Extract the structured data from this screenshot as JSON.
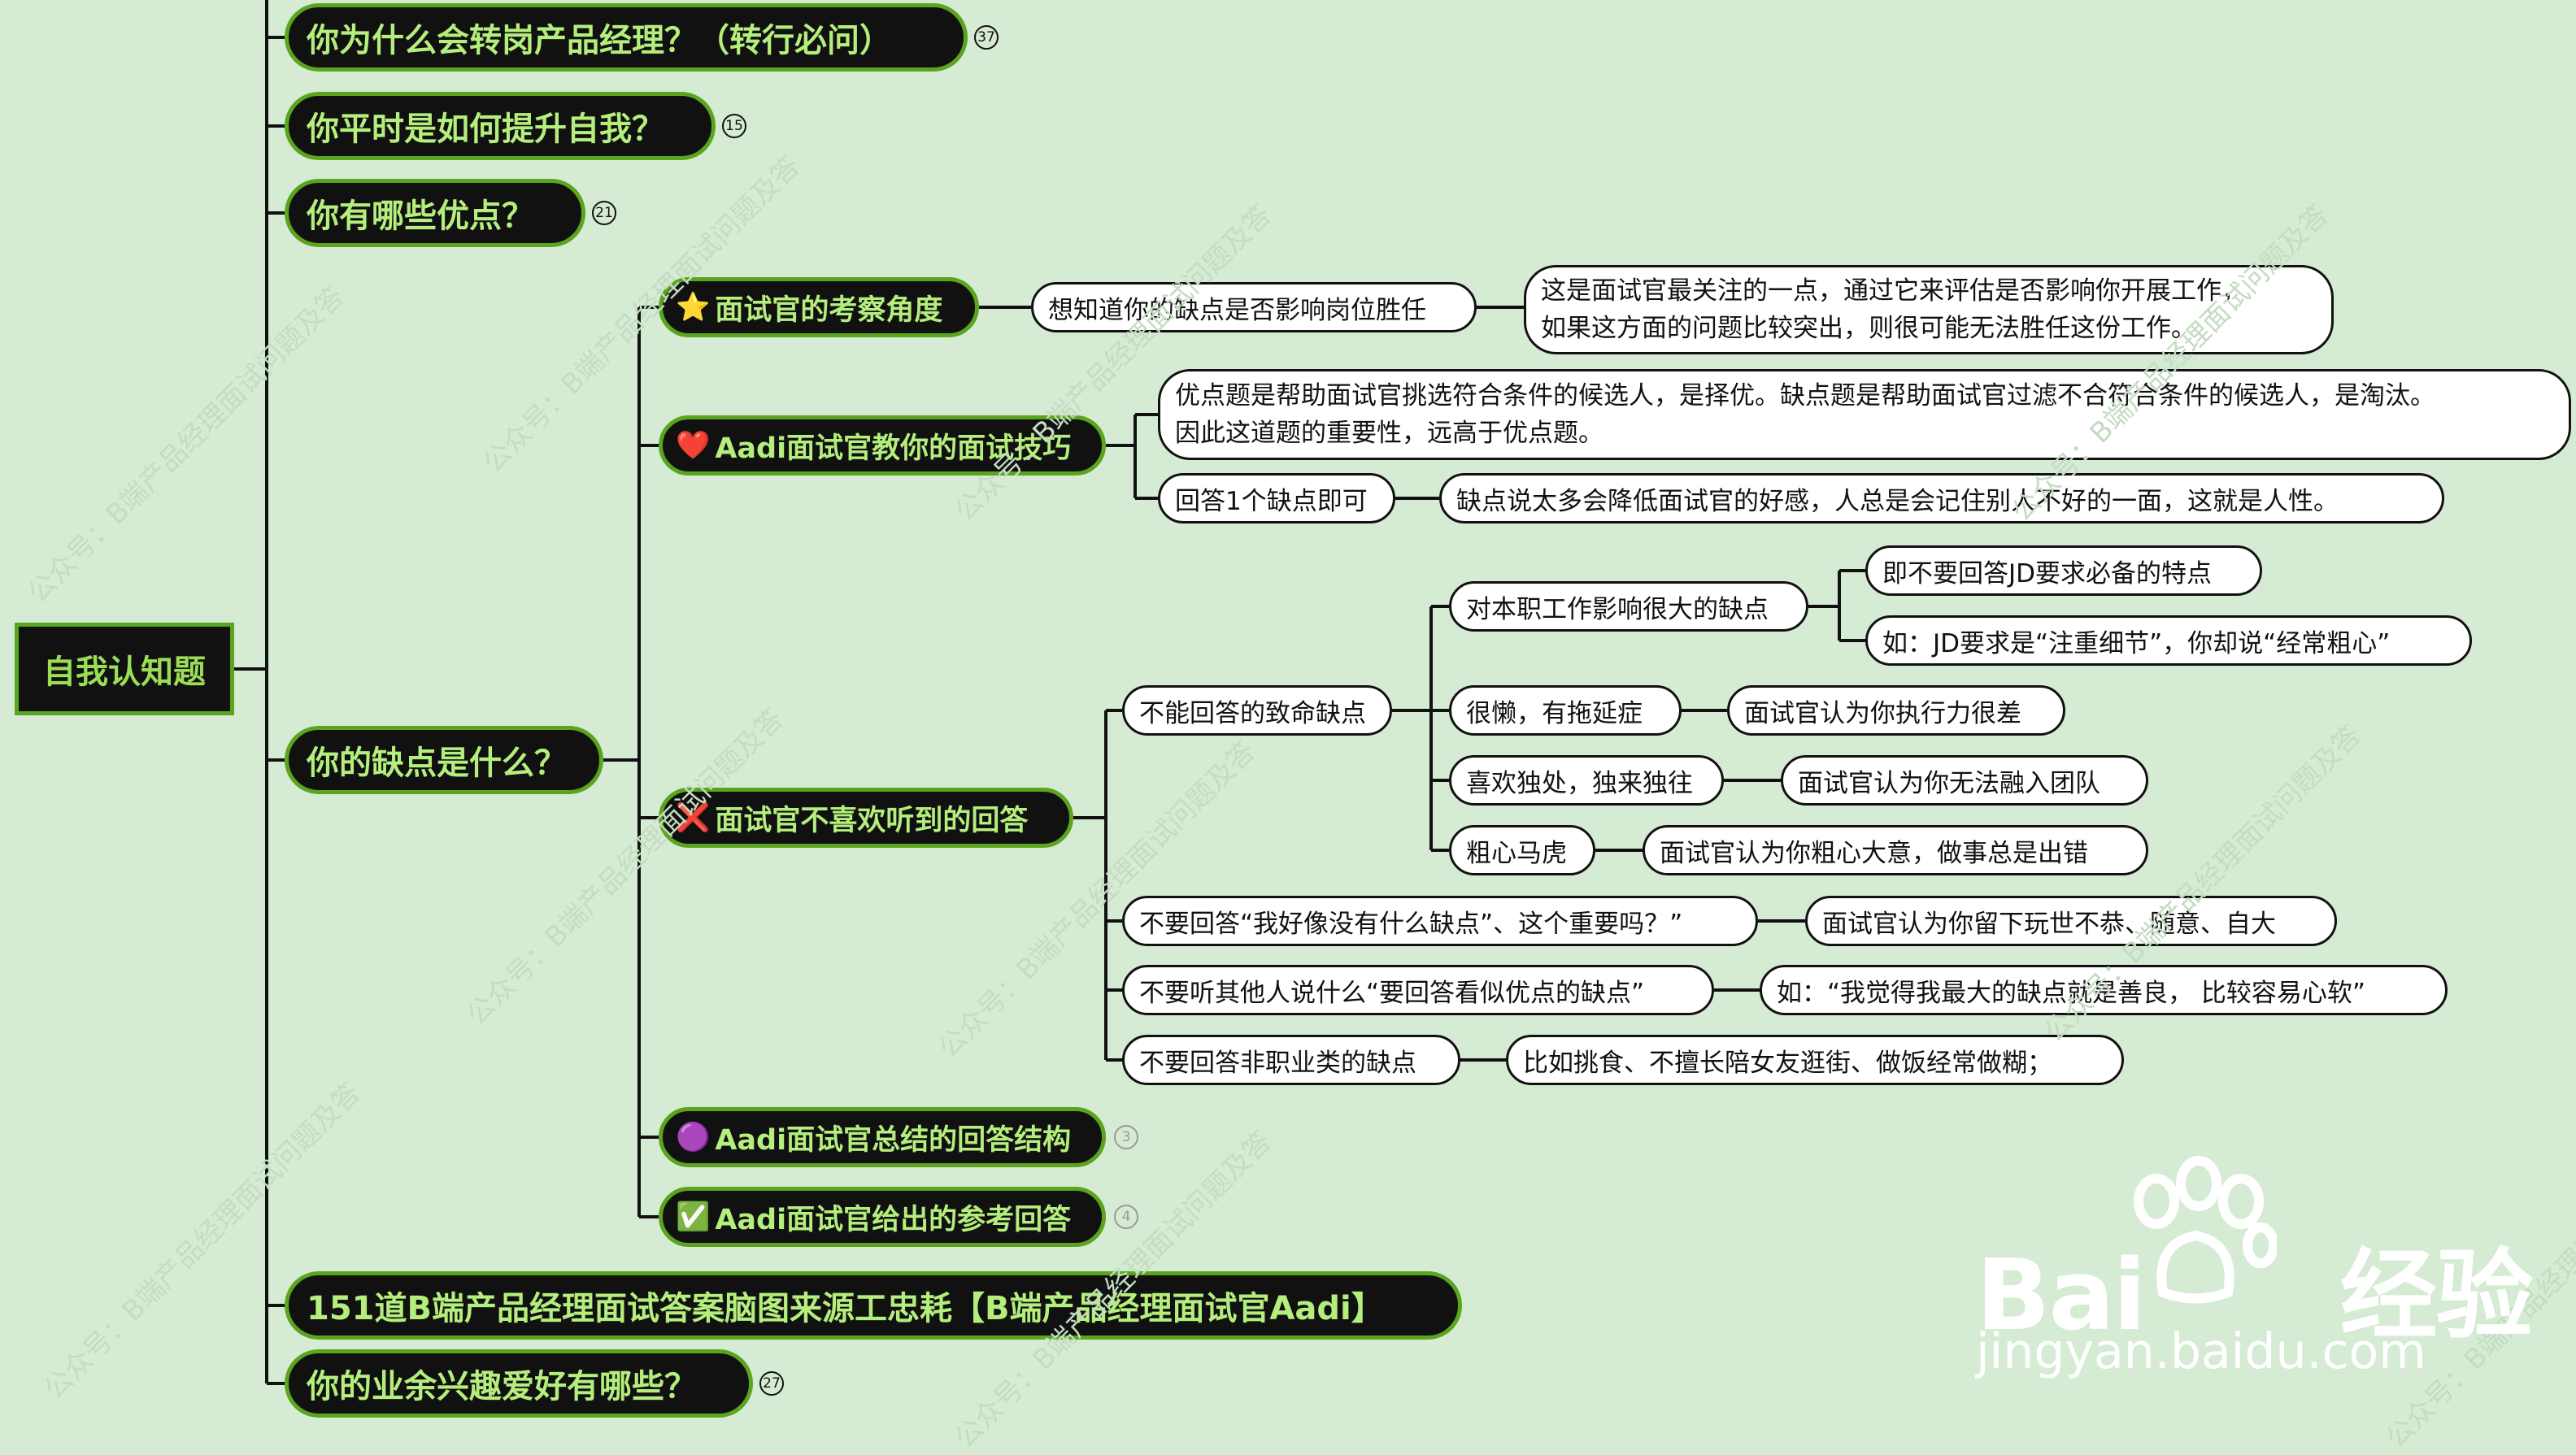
{
  "root": {
    "label": "自我认知题"
  },
  "branches": {
    "b1": {
      "label": "你为什么会转岗产品经理？（转行必问）",
      "badge": "37"
    },
    "b2": {
      "label": "你平时是如何提升自我？",
      "badge": "15"
    },
    "b3": {
      "label": "你有哪些优点？",
      "badge": "21"
    },
    "b4": {
      "label": "你的缺点是什么？"
    },
    "b5": {
      "label": "151道B端产品经理面试答案脑图来源工忠耗【B端产品经理面试官Aadi】"
    },
    "b6": {
      "label": "你的业余兴趣爱好有哪些？",
      "badge": "27"
    }
  },
  "weakness": {
    "angle": {
      "icon": "star-icon",
      "emoji": "⭐",
      "label": "面试官的考察角度",
      "child": "想知道你的缺点是否影响岗位胜任",
      "detail1": "这是面试官最关注的一点，通过它来评估是否影响你开展工作，",
      "detail2": "如果这方面的问题比较突出，则很可能无法胜任这份工作。"
    },
    "tips": {
      "icon": "heart-icon",
      "emoji": "❤️",
      "label": "Aadi面试官教你的面试技巧",
      "t1a": "优点题是帮助面试官挑选符合条件的候选人，是择优。缺点题是帮助面试官过滤不合符合条件的候选人，是淘汰。",
      "t1b": "因此这道题的重要性，远高于优点题。",
      "t2": "回答1个缺点即可",
      "t2d": "缺点说太多会降低面试官的好感，人总是会记住别人不好的一面，这就是人性。"
    },
    "dislike": {
      "icon": "cross-icon",
      "emoji": "❌",
      "label": "面试官不喜欢听到的回答",
      "fatal": "不能回答的致命缺点",
      "f1": "对本职工作影响很大的缺点",
      "f1a": "即不要回答JD要求必备的特点",
      "f1b": "如：JD要求是“注重细节”，你却说“经常粗心”",
      "f2": "很懒，有拖延症",
      "f2a": "面试官认为你执行力很差",
      "f3": "喜欢独处，独来独往",
      "f3a": "面试官认为你无法融入团队",
      "f4": "粗心马虎",
      "f4a": "面试官认为你粗心大意，做事总是出错",
      "n1": "不要回答“我好像没有什么缺点”、这个重要吗？”",
      "n1a": "面试官认为你留下玩世不恭、随意、自大",
      "n2": "不要听其他人说什么“要回答看似优点的缺点”",
      "n2a": "如：“我觉得我最大的缺点就是善良， 比较容易心软”",
      "n3": "不要回答非职业类的缺点",
      "n3a": "比如挑食、不擅长陪女友逛街、做饭经常做糊；"
    },
    "structure": {
      "icon": "purple-circle-icon",
      "emoji": "🟣",
      "label": "Aadi面试官总结的回答结构",
      "badge": "3"
    },
    "reference": {
      "icon": "check-icon",
      "emoji": "✅",
      "label": "Aadi面试官给出的参考回答",
      "badge": "4"
    }
  },
  "watermark": "公众号：B端产品经理面试问题及答",
  "logo": {
    "brand": "Bai",
    "cn": "经验",
    "sub": "jingyan.baidu.com"
  },
  "colors": {
    "node_fill": "#111111",
    "node_border": "#5aa51d",
    "node_text": "#b4ee7c",
    "background": "#d6ebd3"
  }
}
